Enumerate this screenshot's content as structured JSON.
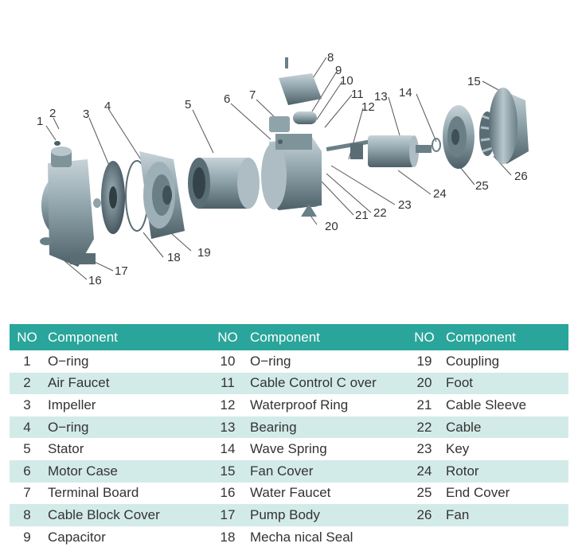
{
  "diagram": {
    "callouts": [
      "1",
      "2",
      "3",
      "4",
      "5",
      "6",
      "7",
      "8",
      "9",
      "10",
      "11",
      "12",
      "13",
      "14",
      "15",
      "16",
      "17",
      "18",
      "19",
      "20",
      "21",
      "22",
      "23",
      "24",
      "25",
      "26"
    ]
  },
  "table": {
    "headers": [
      "NO",
      "Component",
      "NO",
      "Component",
      "NO",
      "Component"
    ],
    "rows": [
      [
        "1",
        "O−ring",
        "10",
        "O−ring",
        "19",
        "Coupling"
      ],
      [
        "2",
        "Air Faucet",
        "11",
        "Cable Control C over",
        "20",
        "Foot"
      ],
      [
        "3",
        "Impeller",
        "12",
        "Waterproof Ring",
        "21",
        "Cable Sleeve"
      ],
      [
        "4",
        "O−ring",
        "13",
        "Bearing",
        "22",
        "Cable"
      ],
      [
        "5",
        "Stator",
        "14",
        "Wave Spring",
        "23",
        "Key"
      ],
      [
        "6",
        "Motor Case",
        "15",
        "Fan Cover",
        "24",
        "Rotor"
      ],
      [
        "7",
        "Terminal Board",
        "16",
        "Water Faucet",
        "25",
        "End Cover"
      ],
      [
        "8",
        "Cable Block Cover",
        "17",
        "Pump Body",
        "26",
        "Fan"
      ],
      [
        "9",
        "Capacitor",
        "18",
        "Mecha nical Seal",
        "",
        ""
      ]
    ]
  },
  "colors": {
    "header_bg": "#2aa59b",
    "header_text": "#ffffff",
    "alt_row": "#d3ebe8",
    "part_fill": "#8fa3ab",
    "part_dark": "#4d6068"
  }
}
